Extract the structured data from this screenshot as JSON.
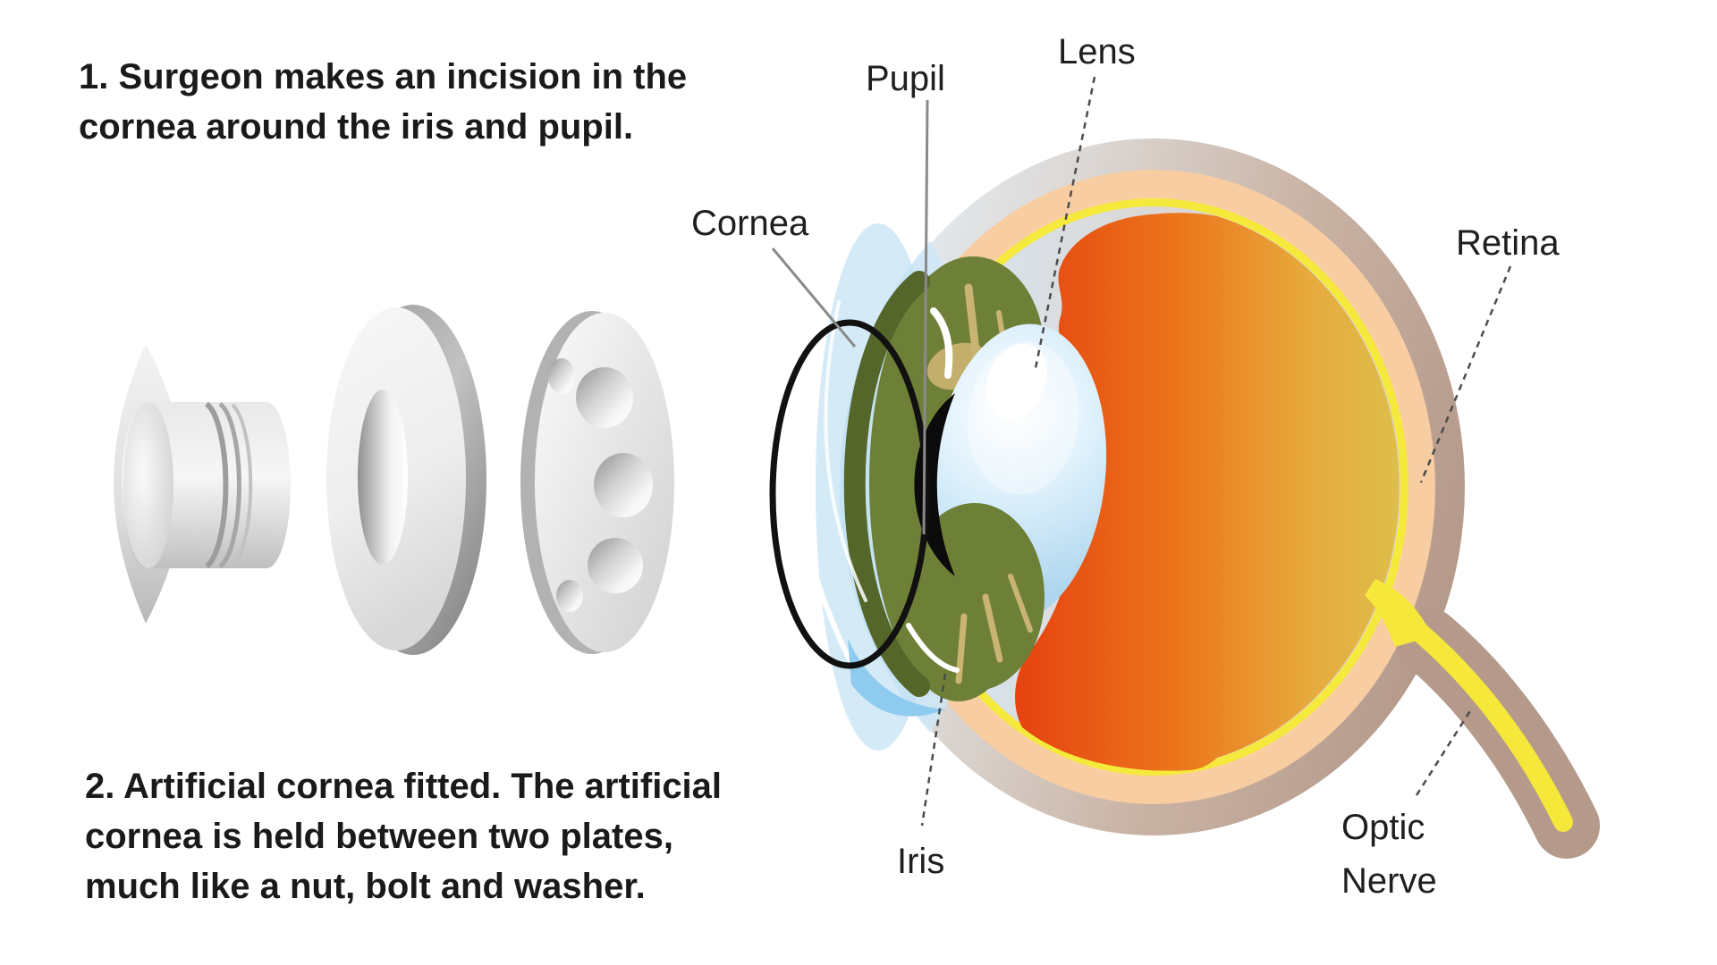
{
  "instructions": {
    "step1": {
      "line1": "1. Surgeon makes an incision in the",
      "line2": "cornea around the iris and pupil."
    },
    "step2": {
      "line1": "2. Artificial cornea fitted. The artificial",
      "line2": "cornea is held between two plates,",
      "line3": "much like a nut, bolt and washer."
    }
  },
  "labels": {
    "pupil": "Pupil",
    "lens": "Lens",
    "cornea": "Cornea",
    "retina": "Retina",
    "iris": "Iris",
    "optic_nerve": "Optic Nerve"
  },
  "colors": {
    "sclera_brown": "#ae9081",
    "choroid_peach": "#f9cda2",
    "retina_yellow": "#f5ea3c",
    "vitreous_red": "#e4380e",
    "vitreous_gold": "#ddc14e",
    "cornea_blue": "#cfe7f7",
    "iris_green": "#6e8037",
    "iris_dark_green": "#55662a",
    "iris_tan": "#c4ae6c",
    "pupil_black": "#0b0b0b",
    "lens_blue": "#aed6ef",
    "under_iris_blue": "#8ecbee",
    "optic_nerve_brown": "#b5998b",
    "optic_nerve_yellow": "#f6e83a",
    "metal_gray": "#d9d9d9",
    "text_color": "#1a1a1a"
  }
}
